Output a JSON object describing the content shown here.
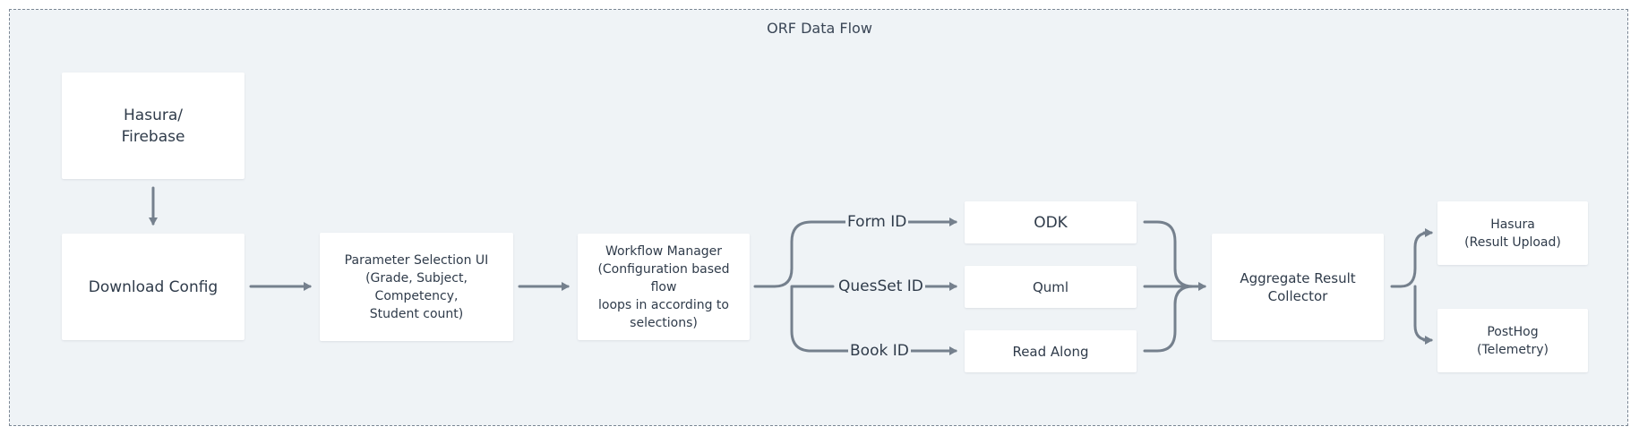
{
  "diagram": {
    "title": "ORF Data Flow",
    "nodes": {
      "hasura_firebase": "Hasura/\nFirebase",
      "download_config": "Download Config",
      "parameter_selection": "Parameter Selection UI\n(Grade, Subject, Competency,\nStudent count)",
      "workflow_manager": "Workflow Manager\n(Configuration based flow\nloops in according to\nselections)",
      "odk": "ODK",
      "quml": "Quml",
      "read_along": "Read Along",
      "aggregate": "Aggregate Result\nCollector",
      "hasura_upload": "Hasura\n(Result Upload)",
      "posthog": "PostHog\n(Telemetry)"
    },
    "edge_labels": {
      "form_id": "Form ID",
      "quesset_id": "QuesSet ID",
      "book_id": "Book ID"
    },
    "colors": {
      "background": "#eff3f6",
      "box": "#ffffff",
      "connector": "#75808d",
      "text": "#2f3b4a"
    }
  }
}
